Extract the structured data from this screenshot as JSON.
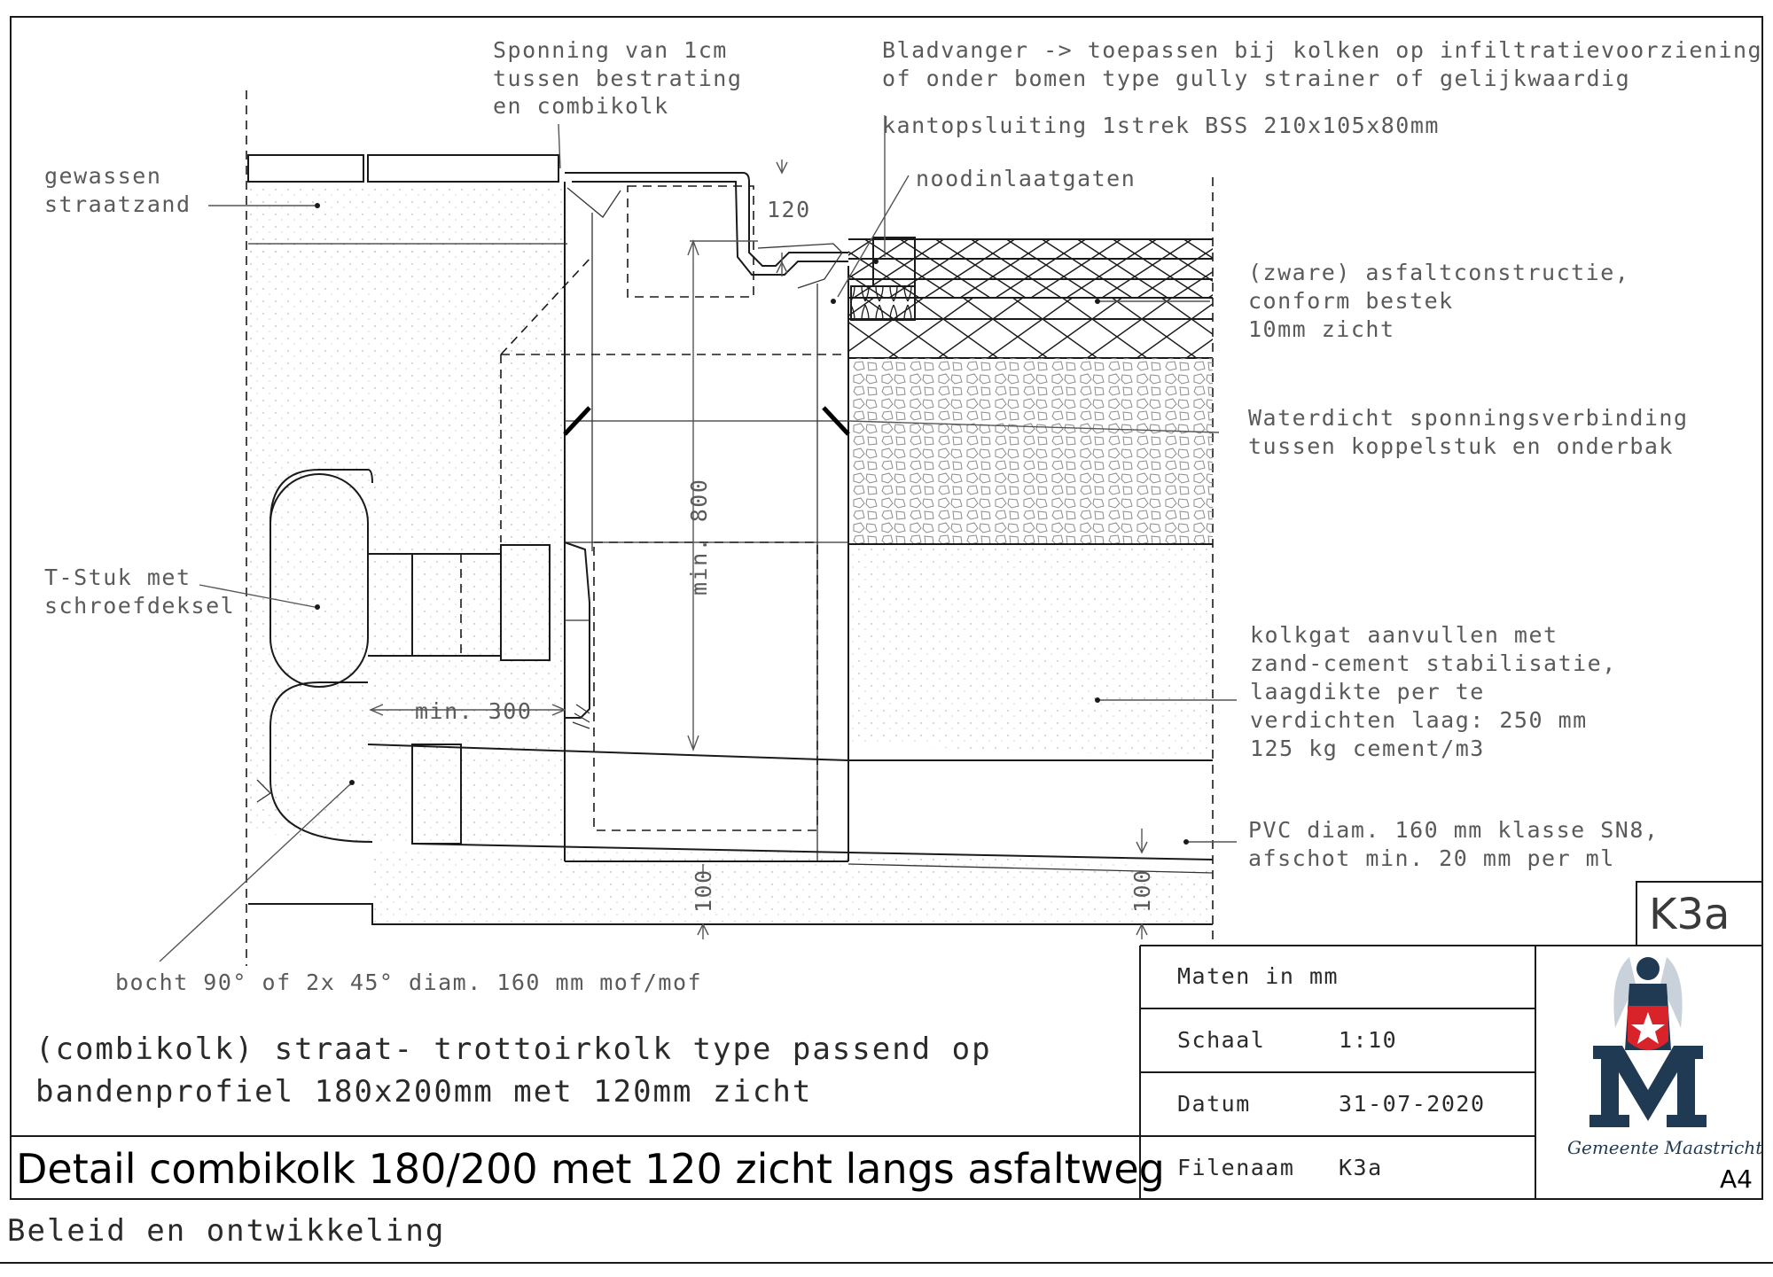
{
  "drawing": {
    "labels": {
      "sponning": [
        "Sponning van 1cm",
        "tussen bestrating",
        "en combikolk"
      ],
      "bladvanger": [
        "Bladvanger -> toepassen bij kolken op infiltratievoorziening",
        "of onder bomen   type gully strainer of gelijkwaardig"
      ],
      "kantopsluiting": "kantopsluiting 1strek BSS 210x105x80mm",
      "noodinlaatgaten": "noodinlaatgaten",
      "straatzand": [
        "gewassen",
        "straatzand"
      ],
      "asfalt": [
        "(zware) asfaltconstructie,",
        "conform bestek",
        "10mm zicht"
      ],
      "sponningsverbinding": [
        "Waterdicht sponningsverbinding",
        "tussen koppelstuk en onderbak"
      ],
      "tstuk": [
        "T-Stuk met",
        "schroefdeksel"
      ],
      "kolkgat": [
        "kolkgat aanvullen met",
        "zand-cement stabilisatie,",
        "laagdikte per te",
        "verdichten laag: 250 mm",
        "125 kg cement/m3"
      ],
      "pvc": [
        "PVC diam. 160 mm klasse SN8,",
        "afschot min. 20 mm per ml"
      ],
      "bocht": "bocht 90° of 2x 45° diam. 160 mm mof/mof"
    },
    "dimensions": {
      "d120": "120",
      "dmin800": "min. 800",
      "dmin300": "min. 300",
      "d100a": "100",
      "d100b": "100"
    },
    "description": [
      "(combikolk) straat- trottoirkolk type passend op",
      "bandenprofiel 180x200mm   met 120mm zicht"
    ]
  },
  "title_block": {
    "title": "Detail combikolk 180/200 met 120 zicht langs asfaltweg",
    "code": "K3a",
    "maten": "Maten in mm",
    "schaal_label": "Schaal",
    "schaal_value": "1:10",
    "datum_label": "Datum",
    "datum_value": "31-07-2020",
    "filenaam_label": "Filenaam",
    "filenaam_value": "K3a",
    "organisation": "Gemeente Maastricht",
    "paper_size": "A4",
    "footer": "Beleid en ontwikkeling"
  }
}
